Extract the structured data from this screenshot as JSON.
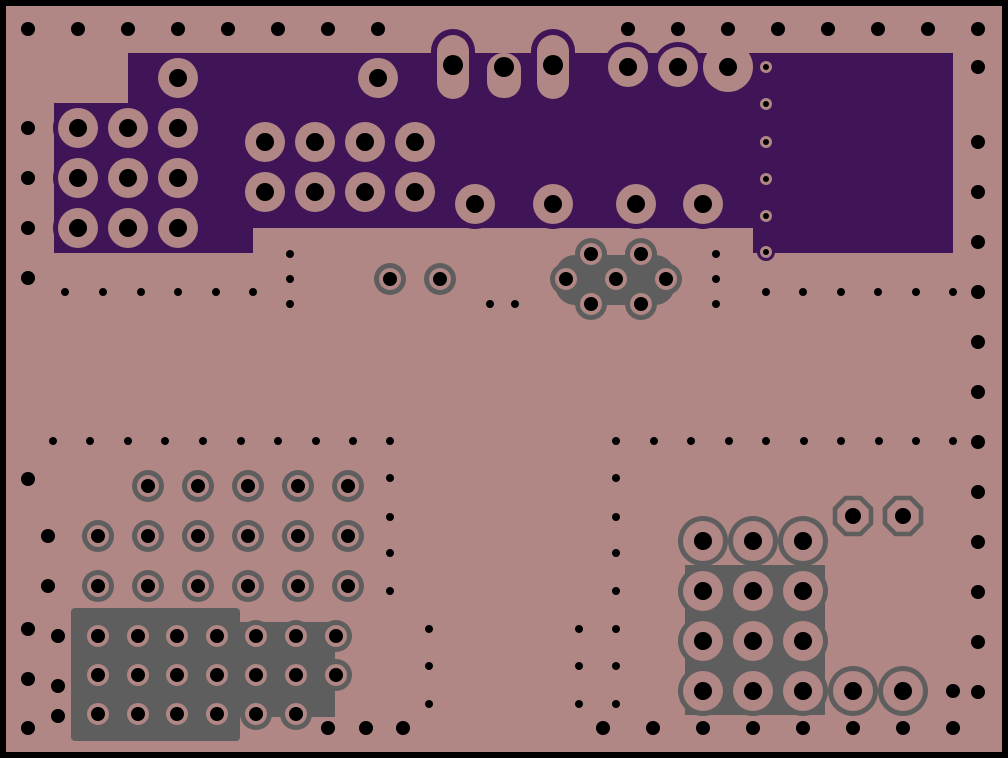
{
  "colors": {
    "board_fill": "#B08784",
    "board_outline": "#000000",
    "top_copper": "#3F1558",
    "bottom_copper": "#5E5E5E",
    "annular_ring": "#B08784",
    "drill": "#000000"
  },
  "layers": [
    "board-outline",
    "top-copper-pour",
    "bottom-copper-pour",
    "pads",
    "vias"
  ]
}
